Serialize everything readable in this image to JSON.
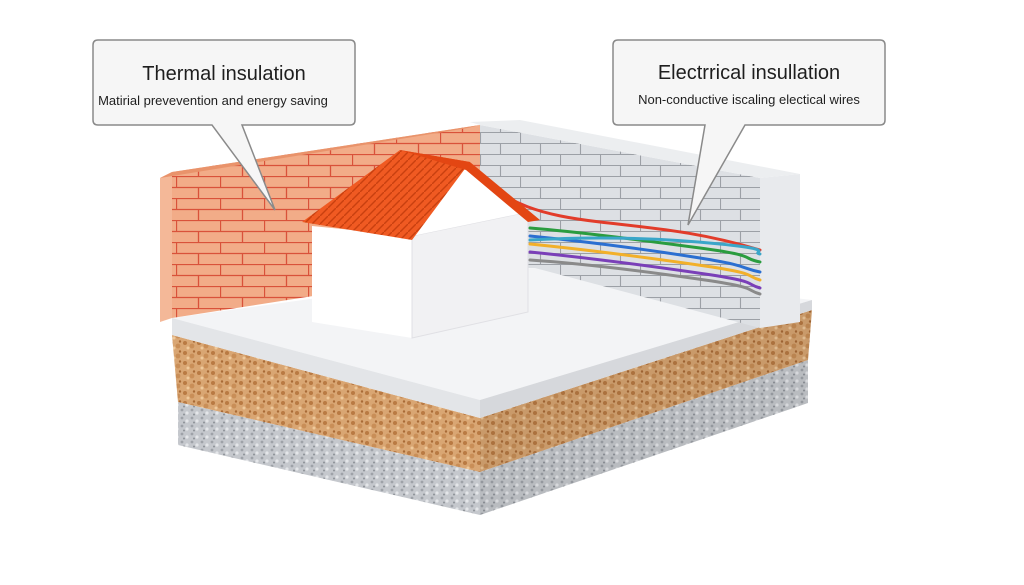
{
  "callouts": {
    "thermal": {
      "title": "Thermal insulation",
      "subtitle": "Matirial prevevention and energy saving"
    },
    "electrical": {
      "title": "Electrrical insullation",
      "subtitle": "Non-conductive iscaling electical wires"
    }
  },
  "colors": {
    "brick": "#e8744a",
    "brick_face": "#f0a583",
    "roof": "#f0531c",
    "house_wall": "#ffffff",
    "block_wall": "#d9dce0",
    "slab_top": "#f1f2f4",
    "gravel": "#d8a874",
    "stone": "#c6c8cc",
    "wire_colors": [
      "#e23c2a",
      "#2a9c3f",
      "#2b6fd1",
      "#f2b02a",
      "#7a3fb8",
      "#3aa6c9",
      "#8a8a8a"
    ]
  }
}
